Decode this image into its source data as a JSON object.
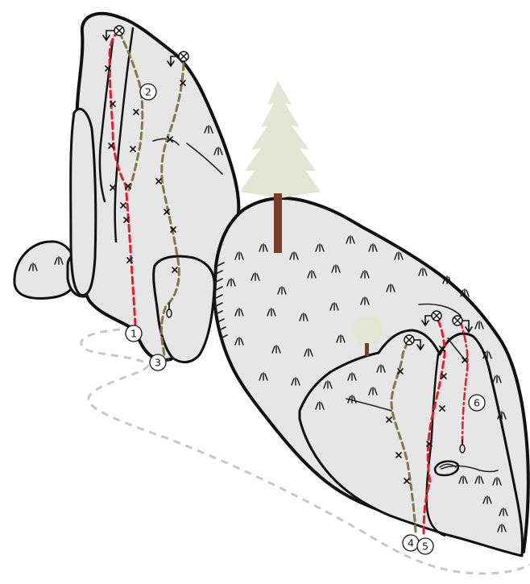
{
  "colors": {
    "rock_fill": "#e6e6e6",
    "outline": "#111111",
    "trail": "#c8c8c8",
    "route_red": "#e0202a",
    "route_olive": "#7d7a48",
    "tree_trunk": "#7a3d28",
    "tree_foliage": "#e3e6d3"
  },
  "routes": [
    {
      "number": "1",
      "color": "red",
      "style": "dashed"
    },
    {
      "number": "2",
      "color": "olive",
      "style": "dashed"
    },
    {
      "number": "3",
      "color": "olive",
      "style": "dashed"
    },
    {
      "number": "4",
      "color": "olive",
      "style": "dashed"
    },
    {
      "number": "5",
      "color": "red",
      "style": "dashed"
    },
    {
      "number": "6",
      "color": "red",
      "style": "dash-dot"
    }
  ],
  "anchor_icon": "anchor-x-circle-icon",
  "bolt_icon": "bolt-x-icon",
  "tree_icon": "pine-tree-icon",
  "bush_icon": "bush-icon"
}
